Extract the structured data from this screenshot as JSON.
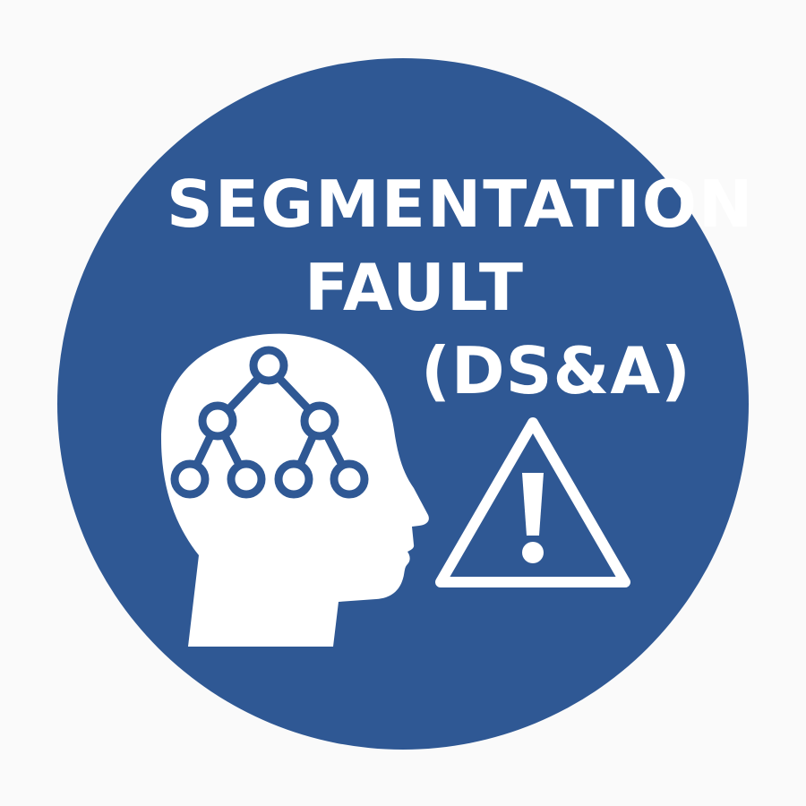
{
  "logo": {
    "title_line1": "SEGMENTATION",
    "title_line2": "FAULT",
    "title_line3": "(DS&A)",
    "background_color": "#2f5894",
    "foreground_color": "#ffffff",
    "icons": [
      "head-profile-icon",
      "binary-tree-icon",
      "warning-triangle-icon"
    ]
  }
}
